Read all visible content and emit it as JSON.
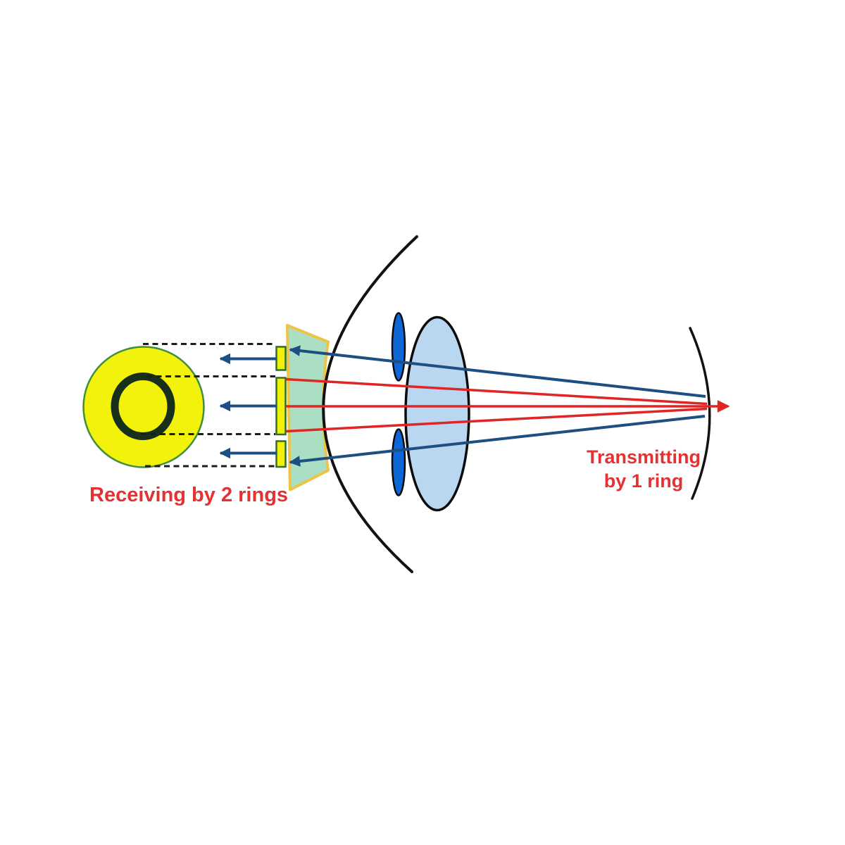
{
  "title": "Annular array focusing diagram",
  "labels": {
    "receiving": "Receiving by 2 rings",
    "transmitting1": "Transmitting",
    "transmitting2": "by 1 ring"
  },
  "legend": {
    "red_rays_meaning": "Transmitting by 1 ring",
    "blue_rays_meaning": "Receiving by 2 rings"
  },
  "counts": {
    "receiving_rings": 2,
    "transmitting_rings": 1,
    "array_elements": 3,
    "dashed_guides": 4,
    "receive_arrows": 3
  },
  "colors": {
    "background": "#ffffff",
    "label_red": "#e43131",
    "ray_red": "#e02525",
    "ray_blue": "#1d4f82",
    "aperture_fill": "#abdfc3",
    "aperture_border": "#eec446",
    "element_yellow": "#f0f00a",
    "element_border": "#2e6f2e",
    "face_yellow": "#f2f20c",
    "face_border": "#3f8f3f",
    "transmit_ring_dark": "#18301b",
    "iris_blue": "#0e67d6",
    "lens_blue": "#bad7f2",
    "eye_outline": "#121212",
    "dash_black": "#1c1c1c"
  }
}
